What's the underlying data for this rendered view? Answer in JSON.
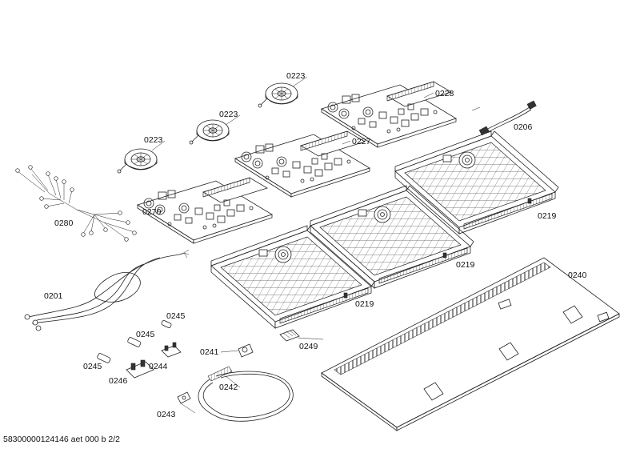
{
  "labels": {
    "p0223a": "0223",
    "p0223b": "0223",
    "p0223c": "0223",
    "p0228": "0228",
    "p0206": "0206",
    "p0227": "0227",
    "p0270": "0270",
    "p0280": "0280",
    "p0219a": "0219",
    "p0219b": "0219",
    "p0219c": "0219",
    "p0240": "0240",
    "p0201": "0201",
    "p0245a": "0245",
    "p0245b": "0245",
    "p0245c": "0245",
    "p0241": "0241",
    "p0249": "0249",
    "p0244": "0244",
    "p0246": "0246",
    "p0242": "0242",
    "p0243": "0243"
  },
  "footer": "58300000124146 aet 000 b 2/2"
}
